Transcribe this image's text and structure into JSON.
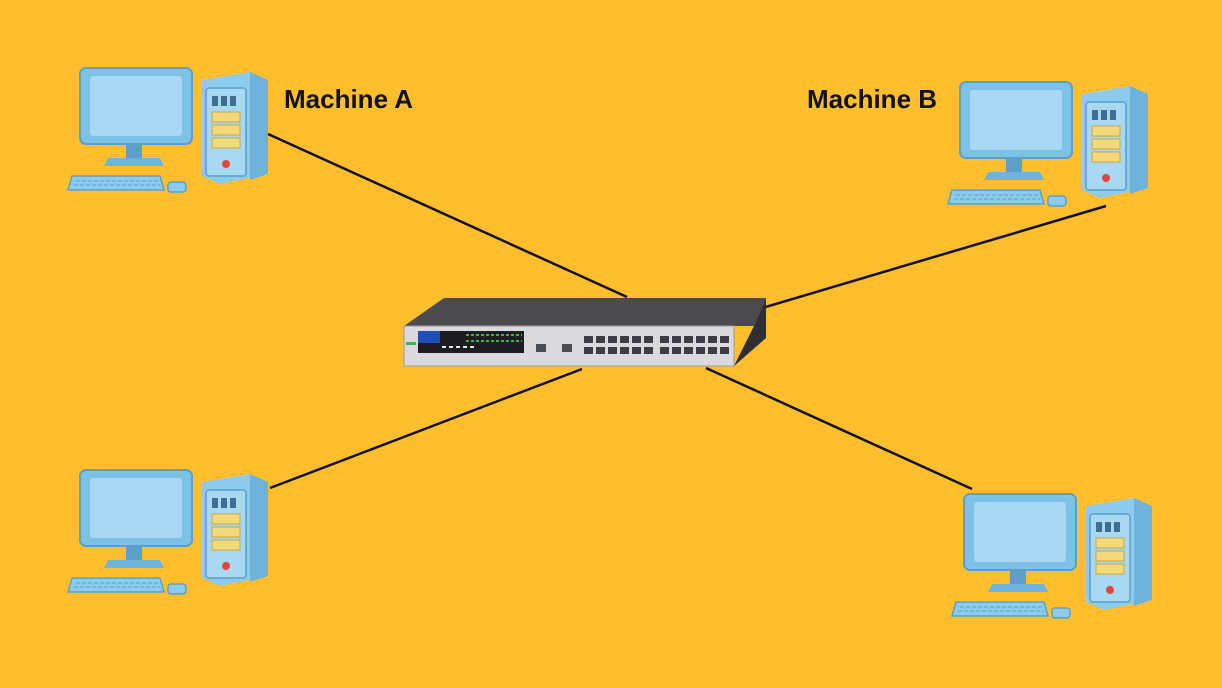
{
  "background_color": "#FFBE2E",
  "link_color": "#111111",
  "nodes": [
    {
      "id": "machine-a",
      "label": "Machine A",
      "icon": "desktop-computer-icon"
    },
    {
      "id": "machine-b",
      "label": "Machine B",
      "icon": "desktop-computer-icon"
    },
    {
      "id": "machine-c",
      "label": "",
      "icon": "desktop-computer-icon"
    },
    {
      "id": "machine-d",
      "label": "",
      "icon": "desktop-computer-icon"
    }
  ],
  "hub": {
    "id": "network-switch",
    "icon": "network-switch-icon"
  },
  "links": [
    {
      "from": "machine-a",
      "to": "network-switch"
    },
    {
      "from": "machine-b",
      "to": "network-switch"
    },
    {
      "from": "machine-c",
      "to": "network-switch"
    },
    {
      "from": "machine-d",
      "to": "network-switch"
    }
  ]
}
